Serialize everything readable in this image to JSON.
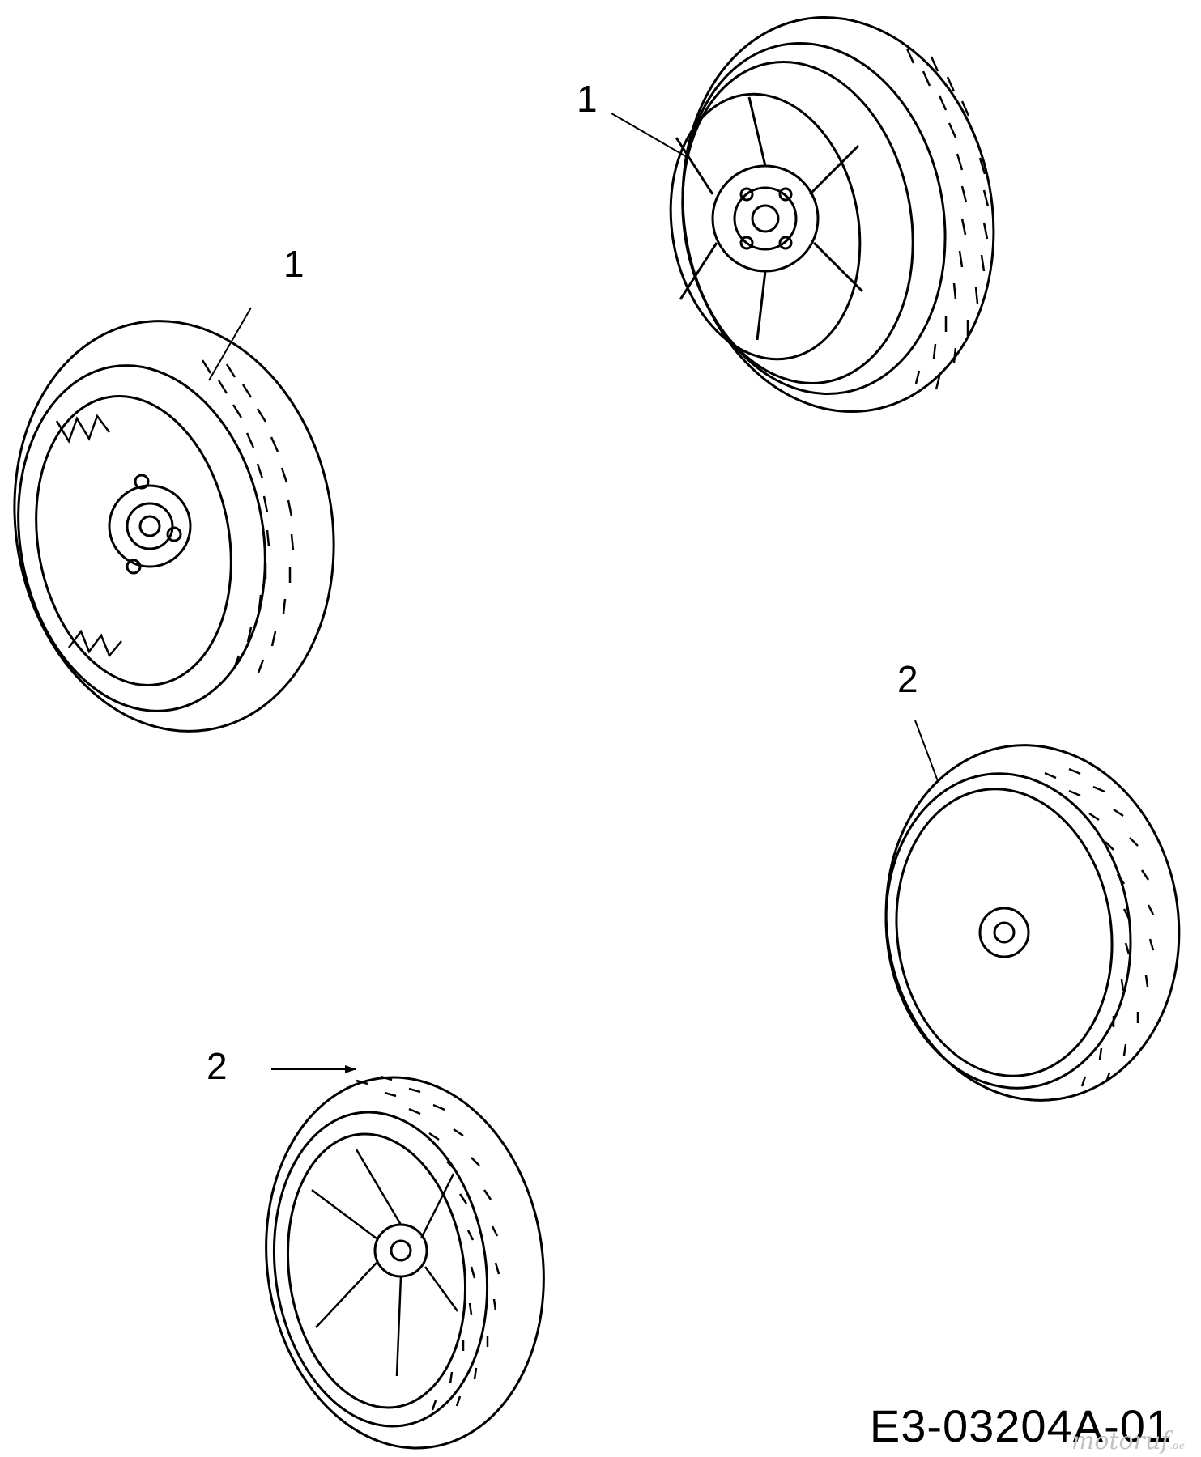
{
  "callouts": [
    {
      "id": "wheel-top-right",
      "label": "1"
    },
    {
      "id": "wheel-left",
      "label": "1"
    },
    {
      "id": "wheel-right-small",
      "label": "2"
    },
    {
      "id": "wheel-bottom",
      "label": "2"
    }
  ],
  "drawing_code": "E3-03204A-01",
  "watermark": {
    "main": "motoruf",
    "suffix": ".de"
  }
}
